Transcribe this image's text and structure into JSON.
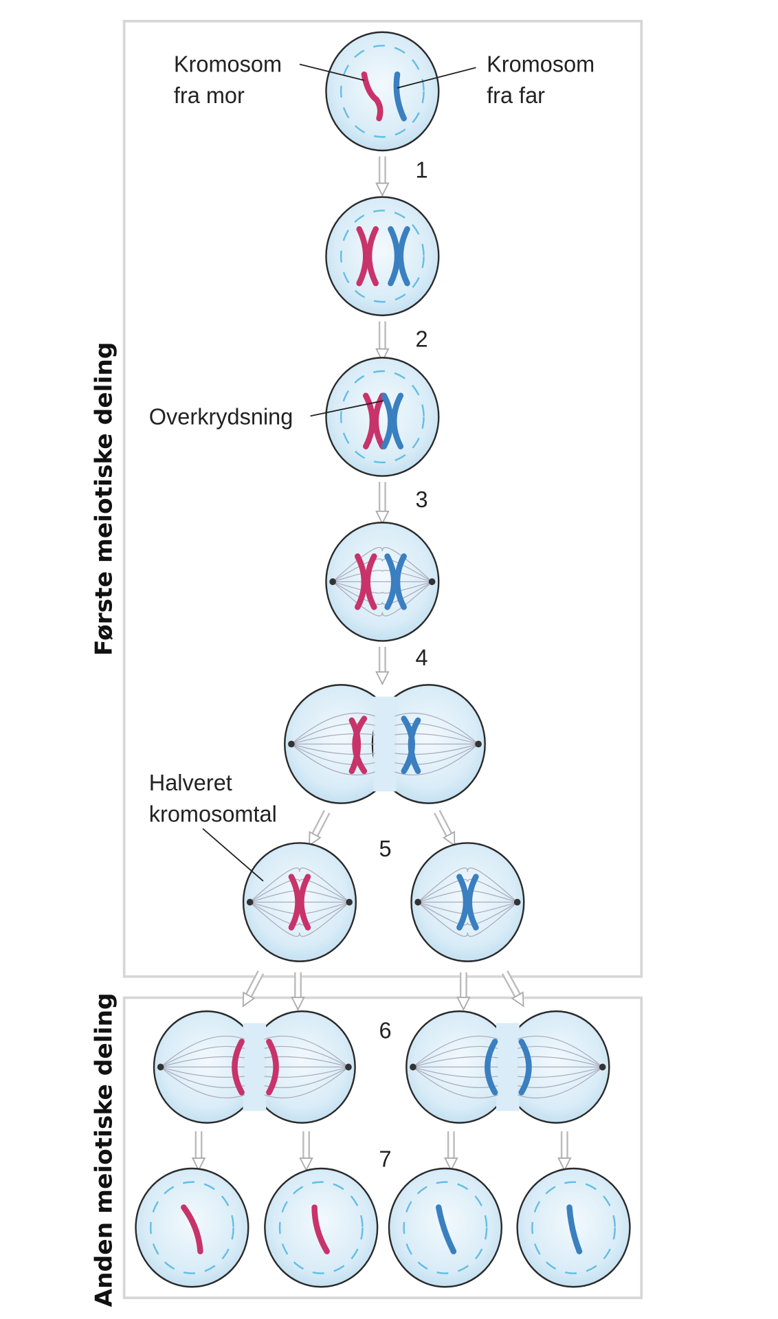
{
  "labels": {
    "chromosome_mother_line1": "Kromosom",
    "chromosome_mother_line2": "fra mor",
    "chromosome_father_line1": "Kromosom",
    "chromosome_father_line2": "fra far",
    "crossing_over": "Overkrydsning",
    "halved_line1": "Halveret",
    "halved_line2": "kromosomtal"
  },
  "sections": {
    "first_division": "Første meiotiske deling",
    "second_division": "Anden meiotiske deling"
  },
  "steps": [
    "1",
    "2",
    "3",
    "4",
    "5",
    "6",
    "7"
  ],
  "colors": {
    "mother": "#c8336a",
    "father": "#3a7fc0",
    "cell_fill": "#d6eaf6",
    "nucleus_dash": "#63bde6"
  }
}
